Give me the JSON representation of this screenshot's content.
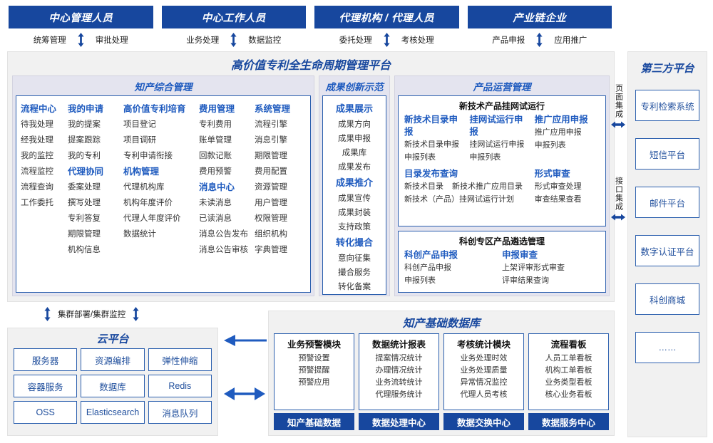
{
  "actors": [
    {
      "title": "中心管理人员",
      "flows": [
        "统筹管理",
        "审批处理"
      ]
    },
    {
      "title": "中心工作人员",
      "flows": [
        "业务处理",
        "数据监控"
      ]
    },
    {
      "title": "代理机构 / 代理人员",
      "flows": [
        "委托处理",
        "考核处理"
      ]
    },
    {
      "title": "产业链企业",
      "flows": [
        "产品申报",
        "应用推广"
      ]
    }
  ],
  "platform": {
    "title": "高价值专利全生命周期管理平台",
    "zhichan": {
      "title": "知产综合管理",
      "columns": [
        {
          "head": "流程中心",
          "items": [
            "待我处理",
            "经我处理",
            "我的监控",
            "流程监控",
            "流程查询",
            "工作委托"
          ]
        },
        {
          "head": "我的申请",
          "items": [
            "我的提案",
            "提案跟踪",
            "我的专利"
          ],
          "head2": "代理协同",
          "items2": [
            "委案处理",
            "撰写处理",
            "专利答复",
            "期限管理",
            "机构信息"
          ]
        },
        {
          "head": "高价值专利培育",
          "items": [
            "项目登记",
            "项目调研",
            "专利申请衔接"
          ],
          "head2": "机构管理",
          "items2": [
            "代理机构库",
            "机构年度评价",
            "代理人年度评价",
            "数据统计"
          ]
        },
        {
          "head": "费用管理",
          "items": [
            "专利费用",
            "账单管理",
            "回款记账",
            "费用预警"
          ],
          "head2": "消息中心",
          "items2": [
            "未读消息",
            "已读消息",
            "消息公告发布",
            "消息公告审核"
          ]
        },
        {
          "head": "系统管理",
          "items": [
            "流程引擎",
            "消息引擎",
            "期限管理",
            "费用配置",
            "资源管理",
            "用户管理",
            "权限管理",
            "组织机构",
            "字典管理"
          ]
        }
      ]
    },
    "chengguo": {
      "title": "成果创新示范",
      "sections": [
        {
          "head": "成果展示",
          "items": [
            "成果方向",
            "成果申报",
            "成果库",
            "成果发布"
          ]
        },
        {
          "head": "成果推介",
          "items": [
            "成果宣传",
            "成果封装",
            "支持政策"
          ]
        },
        {
          "head": "转化撮合",
          "items": [
            "意向征集",
            "撮合服务",
            "转化备案"
          ]
        }
      ]
    },
    "chanpin": {
      "title": "产品运营管理",
      "panel1": {
        "title": "新技术产品挂网试运行",
        "row1": [
          {
            "head": "新技术目录申报",
            "items": [
              "新技术目录申报",
              "申报列表"
            ]
          },
          {
            "head": "挂网试运行申报",
            "items": [
              "挂网试运行申报",
              "申报列表"
            ]
          },
          {
            "head": "推广应用申报",
            "items": [
              "推广应用申报",
              "申报列表"
            ]
          }
        ],
        "row2_left": {
          "head": "目录发布查询",
          "line1": [
            "新技术目录",
            "新技术推广应用目录"
          ],
          "line2": "新技术（产品）挂网试运行计划"
        },
        "row2_right": {
          "head": "形式审查",
          "items": [
            "形式审查处理",
            "审查结果查看"
          ]
        }
      },
      "panel2": {
        "title": "科创专区产品遴选管理",
        "columns": [
          {
            "head": "科创产品申报",
            "items": [
              "科创产品申报",
              "申报列表"
            ]
          },
          {
            "head": "申报审查",
            "items": [
              "上架评审形式审查",
              "评审结果查询"
            ]
          }
        ]
      }
    }
  },
  "integration": {
    "page": "页面集成",
    "api": "接口集成"
  },
  "third_party": {
    "title": "第三方平台",
    "items": [
      "专利检索系统",
      "短信平台",
      "邮件平台",
      "数字认证平台",
      "科创商城",
      "……"
    ]
  },
  "cluster": {
    "label": "集群部署/集群监控"
  },
  "cloud": {
    "title": "云平台",
    "cells": [
      "服务器",
      "资源编排",
      "弹性伸缩",
      "容器服务",
      "数据库",
      "Redis",
      "OSS",
      "Elasticsearch",
      "消息队列"
    ]
  },
  "database": {
    "title": "知产基础数据库",
    "columns": [
      {
        "head": "业务预警模块",
        "items": [
          "预警设置",
          "预警提醒",
          "预警应用"
        ],
        "foot": "知产基础数据"
      },
      {
        "head": "数据统计报表",
        "items": [
          "提案情况统计",
          "办理情况统计",
          "业务流转统计",
          "代理服务统计"
        ],
        "foot": "数据处理中心"
      },
      {
        "head": "考核统计模块",
        "items": [
          "业务处理时效",
          "业务处理质量",
          "异常情况监控",
          "代理人员考核"
        ],
        "foot": "数据交换中心"
      },
      {
        "head": "流程看板",
        "items": [
          "人员工单看板",
          "机构工单看板",
          "业务类型看板",
          "核心业务看板"
        ],
        "foot": "数据服务中心"
      }
    ]
  },
  "colors": {
    "navy": "#17479E",
    "blue": "#1F5BBF",
    "border": "#2B5FAE",
    "panel": "#f1f1f1",
    "group": "#e4e4ef"
  }
}
